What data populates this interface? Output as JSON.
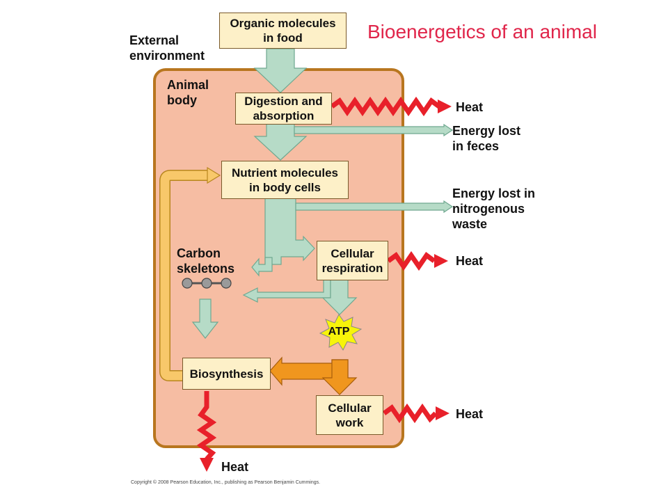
{
  "title": "Bioenergetics of an animal",
  "labels": {
    "external_environment": [
      "External",
      "environment"
    ],
    "animal_body": [
      "Animal",
      "body"
    ],
    "carbon_skeletons": [
      "Carbon",
      "skeletons"
    ],
    "heat_1": "Heat",
    "heat_2": "Heat",
    "heat_3": "Heat",
    "heat_4": "Heat",
    "energy_lost_feces": [
      "Energy lost",
      "in feces"
    ],
    "energy_lost_nitrogenous": [
      "Energy lost in",
      "nitrogenous",
      "waste"
    ]
  },
  "boxes": {
    "organic_molecules": [
      "Organic molecules",
      "in food"
    ],
    "digestion": [
      "Digestion and",
      "absorption"
    ],
    "nutrient_molecules": [
      "Nutrient molecules",
      "in body cells"
    ],
    "cellular_respiration": [
      "Cellular",
      "respiration"
    ],
    "biosynthesis": [
      "Biosynthesis"
    ],
    "cellular_work": [
      "Cellular",
      "work"
    ]
  },
  "atp": "ATP",
  "copyright": "Copyright © 2008 Pearson Education, Inc., publishing as Pearson Benjamin Cummings.",
  "colors": {
    "title": "#e0254a",
    "body_fill": "#f6bda3",
    "body_border": "#b8761f",
    "box_fill": "#fdf0c8",
    "green_arrow": "#b6dbc7",
    "heat_arrow": "#e8202a",
    "atp_arrow": "#f0961e",
    "recycle_arrow": "#f8c86a",
    "atp_star": "#f7f40a"
  }
}
